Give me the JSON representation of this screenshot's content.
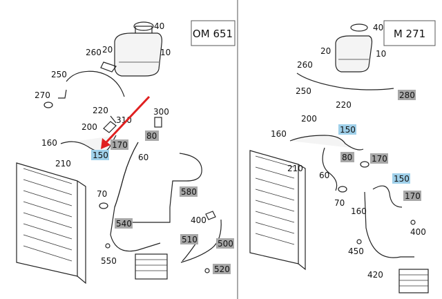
{
  "left_panel": {
    "engine": "OM 651",
    "callouts": [
      "40",
      "260",
      "20",
      "10",
      "250",
      "270",
      "220",
      "310",
      "300",
      "200",
      "80",
      "160",
      "170",
      "150",
      "60",
      "210",
      "70",
      "580",
      "400",
      "540",
      "510",
      "500",
      "550",
      "520"
    ]
  },
  "right_panel": {
    "engine": "M 271",
    "callouts": [
      "40",
      "20",
      "10",
      "260",
      "250",
      "280",
      "220",
      "200",
      "160",
      "150",
      "80",
      "170",
      "210",
      "60",
      "70",
      "150",
      "170",
      "160",
      "400",
      "450",
      "420"
    ]
  },
  "highlight": {
    "label": "150",
    "color": "#9fd0ea"
  },
  "arrow": {
    "color": "#e02020"
  },
  "label_color_gray": "#a8a8a8"
}
